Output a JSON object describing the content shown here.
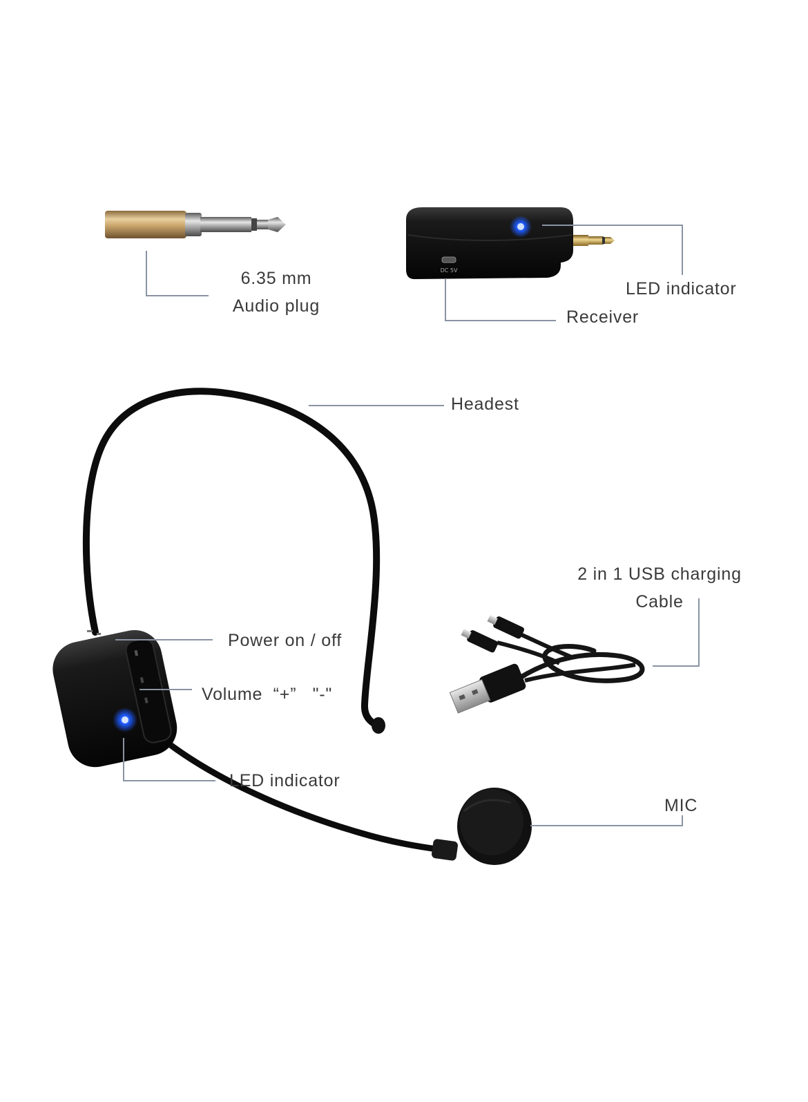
{
  "labels": {
    "audio_plug_line1": "6.35 mm",
    "audio_plug_line2": "Audio plug",
    "receiver_led": "LED indicator",
    "receiver": "Receiver",
    "headset": "Headest",
    "usb_cable_line1": "2 in 1 USB charging",
    "usb_cable_line2": "Cable",
    "power": "Power on / off",
    "volume": "Volume  “+”   \"-\"",
    "headset_led": "LED indicator",
    "mic": "MIC"
  },
  "device_text": {
    "receiver_port": "DC 5V"
  },
  "colors": {
    "leader_line": "#8a93a3",
    "label_text": "#3a3a3a",
    "device_body": "#121212",
    "led_blue": "#1e5bff",
    "plug_gold": "#c9a46a"
  }
}
